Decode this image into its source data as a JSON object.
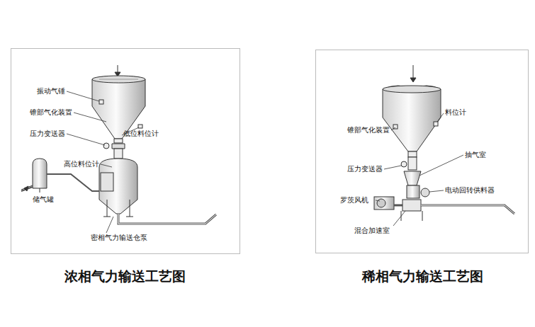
{
  "diagram": {
    "labels": [
      "振动气锤",
      "锥部气化装置",
      "压力变送器",
      "低位料位计",
      "高位料位计",
      "储气罐",
      "密相气力输送仓泵",
      "锥部气化装置",
      "料位计",
      "抽气室",
      "压力变送器",
      "电动回转供料器",
      "罗茨风机",
      "混合加速室",
      "浓相气力输送工艺图",
      "稀相气力输送工艺图"
    ]
  }
}
